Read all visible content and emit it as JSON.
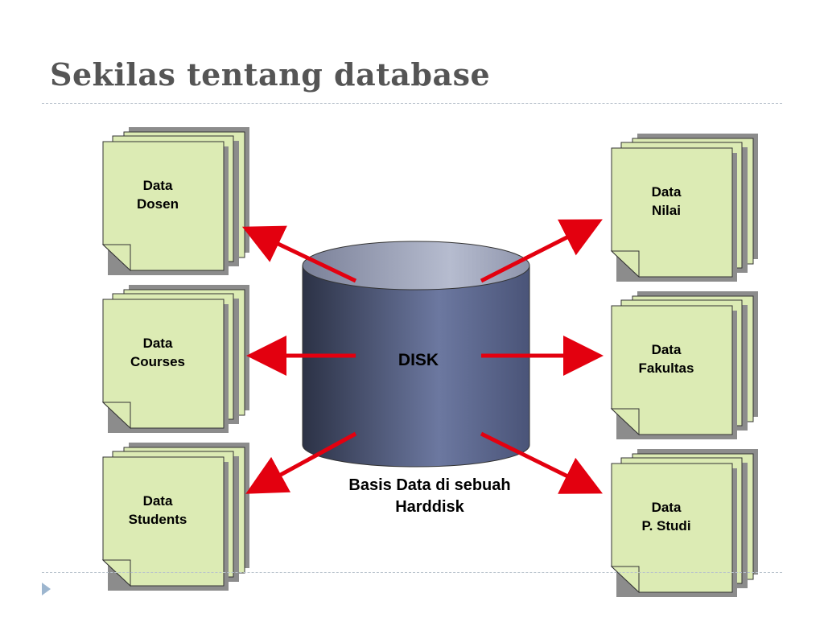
{
  "slide": {
    "title": "Sekilas tentang database"
  },
  "disk": {
    "label": "DISK",
    "caption_line1": "Basis Data di sebuah",
    "caption_line2": "Harddisk"
  },
  "stacks": {
    "dosen": {
      "line1": "Data",
      "line2": "Dosen"
    },
    "courses": {
      "line1": "Data",
      "line2": "Courses"
    },
    "students": {
      "line1": "Data",
      "line2": "Students"
    },
    "nilai": {
      "line1": "Data",
      "line2": "Nilai"
    },
    "fakultas": {
      "line1": "Data",
      "line2": "Fakultas"
    },
    "pstudi": {
      "line1": "Data",
      "line2": "P. Studi"
    }
  },
  "colors": {
    "document_fill": "#dcebb4",
    "document_stroke": "#333333",
    "arrow": "#e3000f",
    "title": "#555555"
  }
}
